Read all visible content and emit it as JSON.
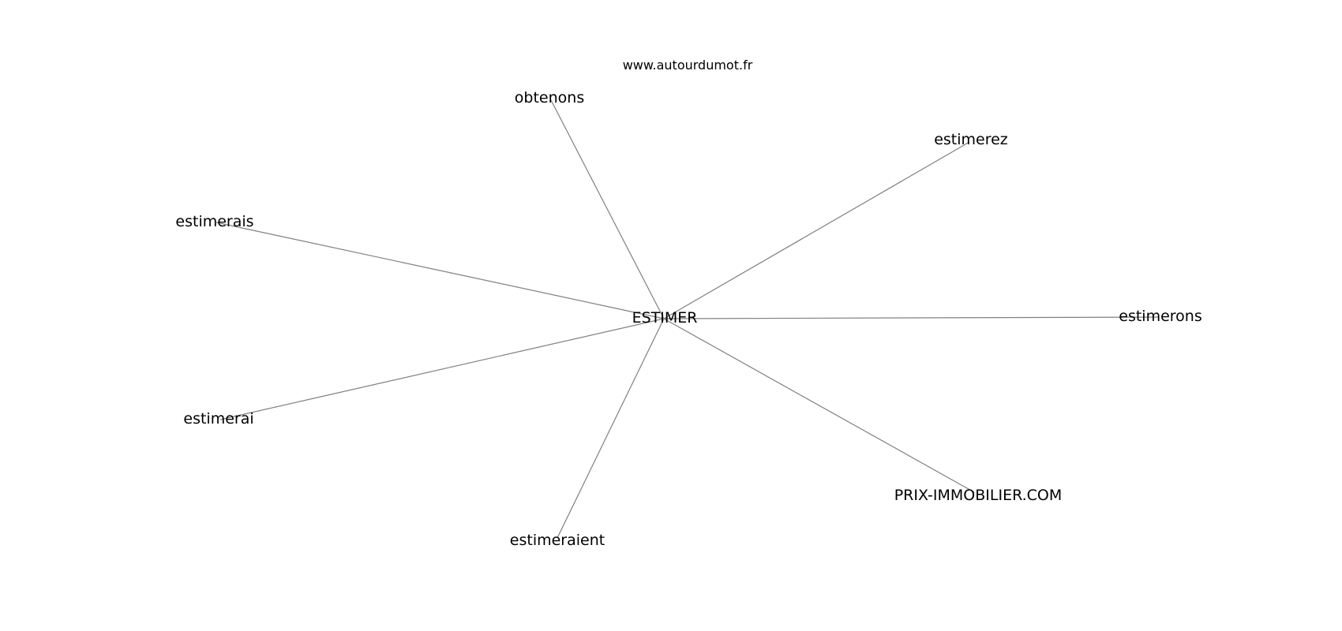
{
  "watermark": "www.autourdumot.fr",
  "graph": {
    "center": "ESTIMER",
    "neighbors": [
      "obtenons",
      "estimerez",
      "estimerais",
      "estimerons",
      "estimerai",
      "PRIX-IMMOBILIER.COM",
      "estimeraient"
    ]
  }
}
